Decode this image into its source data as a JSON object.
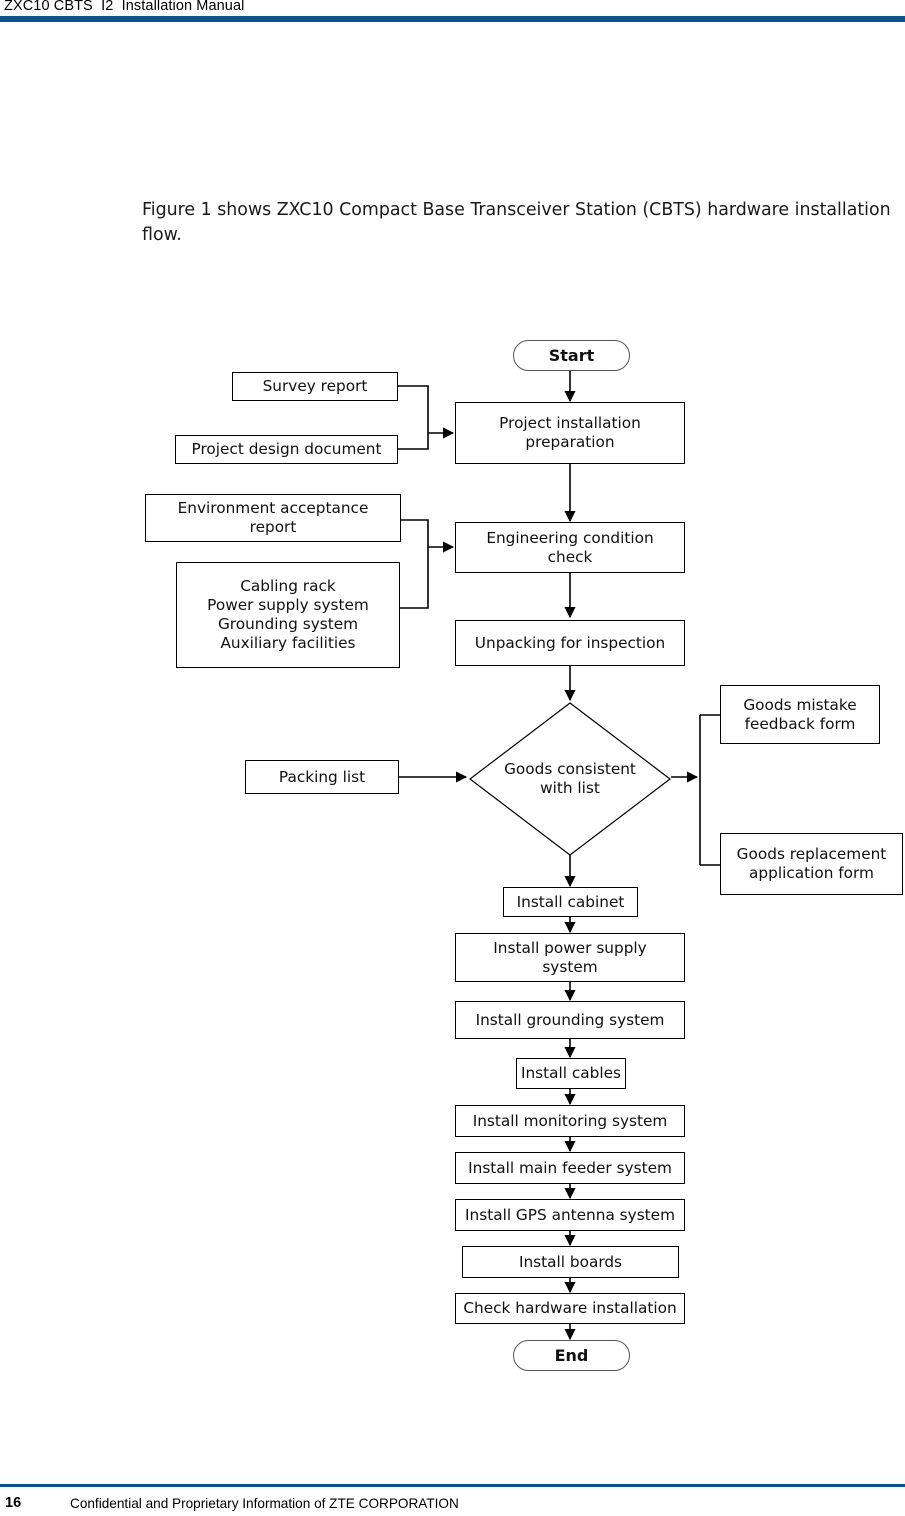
{
  "header": {
    "title": "ZXC10 CBTS  I2  Installation Manual",
    "rule_color": "#0d5289"
  },
  "body_text": {
    "intro": "Figure 1 shows ZXC10 Compact Base Transceiver Station (CBTS) hardware installation flow."
  },
  "footer": {
    "page_number": "16",
    "text": "Confidential and Proprietary Information of ZTE CORPORATION",
    "rule_color": "#0d5289"
  },
  "chart_data": {
    "type": "diagram",
    "title": "ZXC10 CBTS hardware installation flow",
    "diagram_kind": "flowchart",
    "orientation": "top-to-bottom",
    "nodes": [
      {
        "id": "start",
        "shape": "terminator",
        "label": "Start"
      },
      {
        "id": "survey",
        "shape": "rect",
        "label": "Survey report"
      },
      {
        "id": "design",
        "shape": "rect",
        "label": "Project design document"
      },
      {
        "id": "prep",
        "shape": "rect",
        "label": "Project installation\npreparation"
      },
      {
        "id": "envreport",
        "shape": "rect",
        "label": "Environment acceptance\nreport"
      },
      {
        "id": "facilities",
        "shape": "rect",
        "label": "Cabling rack\nPower supply system\nGrounding system\nAuxiliary facilities"
      },
      {
        "id": "engcheck",
        "shape": "rect",
        "label": "Engineering condition\ncheck"
      },
      {
        "id": "unpacking",
        "shape": "rect",
        "label": "Unpacking for inspection"
      },
      {
        "id": "packinglist",
        "shape": "rect",
        "label": "Packing list"
      },
      {
        "id": "decision",
        "shape": "diamond",
        "label": "Goods consistent\nwith list"
      },
      {
        "id": "mistakeform",
        "shape": "rect",
        "label": "Goods mistake\nfeedback form"
      },
      {
        "id": "replacementform",
        "shape": "rect",
        "label": "Goods replacement\napplication form"
      },
      {
        "id": "cabinet",
        "shape": "rect",
        "label": "Install cabinet"
      },
      {
        "id": "powersupply",
        "shape": "rect",
        "label": "Install power supply\nsystem"
      },
      {
        "id": "grounding",
        "shape": "rect",
        "label": "Install grounding system"
      },
      {
        "id": "cables",
        "shape": "rect",
        "label": "Install cables"
      },
      {
        "id": "monitoring",
        "shape": "rect",
        "label": "Install monitoring system"
      },
      {
        "id": "feeder",
        "shape": "rect",
        "label": "Install main feeder system"
      },
      {
        "id": "gps",
        "shape": "rect",
        "label": "Install GPS antenna system"
      },
      {
        "id": "boards",
        "shape": "rect",
        "label": "Install boards"
      },
      {
        "id": "checkhw",
        "shape": "rect",
        "label": "Check hardware installation"
      },
      {
        "id": "end",
        "shape": "terminator",
        "label": "End"
      }
    ],
    "edges": [
      {
        "from": "start",
        "to": "prep",
        "arrow": true
      },
      {
        "from": "survey",
        "to": "prep",
        "arrow": true
      },
      {
        "from": "design",
        "to": "prep",
        "arrow": true
      },
      {
        "from": "prep",
        "to": "engcheck",
        "arrow": true
      },
      {
        "from": "envreport",
        "to": "engcheck",
        "arrow": true
      },
      {
        "from": "facilities",
        "to": "engcheck",
        "arrow": true
      },
      {
        "from": "engcheck",
        "to": "unpacking",
        "arrow": true
      },
      {
        "from": "unpacking",
        "to": "decision",
        "arrow": true
      },
      {
        "from": "packinglist",
        "to": "decision",
        "arrow": true
      },
      {
        "from": "decision",
        "to": "mistakeform",
        "arrow": true
      },
      {
        "from": "decision",
        "to": "replacementform",
        "arrow": true
      },
      {
        "from": "decision",
        "to": "cabinet",
        "arrow": true
      },
      {
        "from": "cabinet",
        "to": "powersupply",
        "arrow": true
      },
      {
        "from": "powersupply",
        "to": "grounding",
        "arrow": true
      },
      {
        "from": "grounding",
        "to": "cables",
        "arrow": true
      },
      {
        "from": "cables",
        "to": "monitoring",
        "arrow": true
      },
      {
        "from": "monitoring",
        "to": "feeder",
        "arrow": true
      },
      {
        "from": "feeder",
        "to": "gps",
        "arrow": true
      },
      {
        "from": "gps",
        "to": "boards",
        "arrow": true
      },
      {
        "from": "boards",
        "to": "checkhw",
        "arrow": true
      },
      {
        "from": "checkhw",
        "to": "end",
        "arrow": true
      }
    ]
  }
}
